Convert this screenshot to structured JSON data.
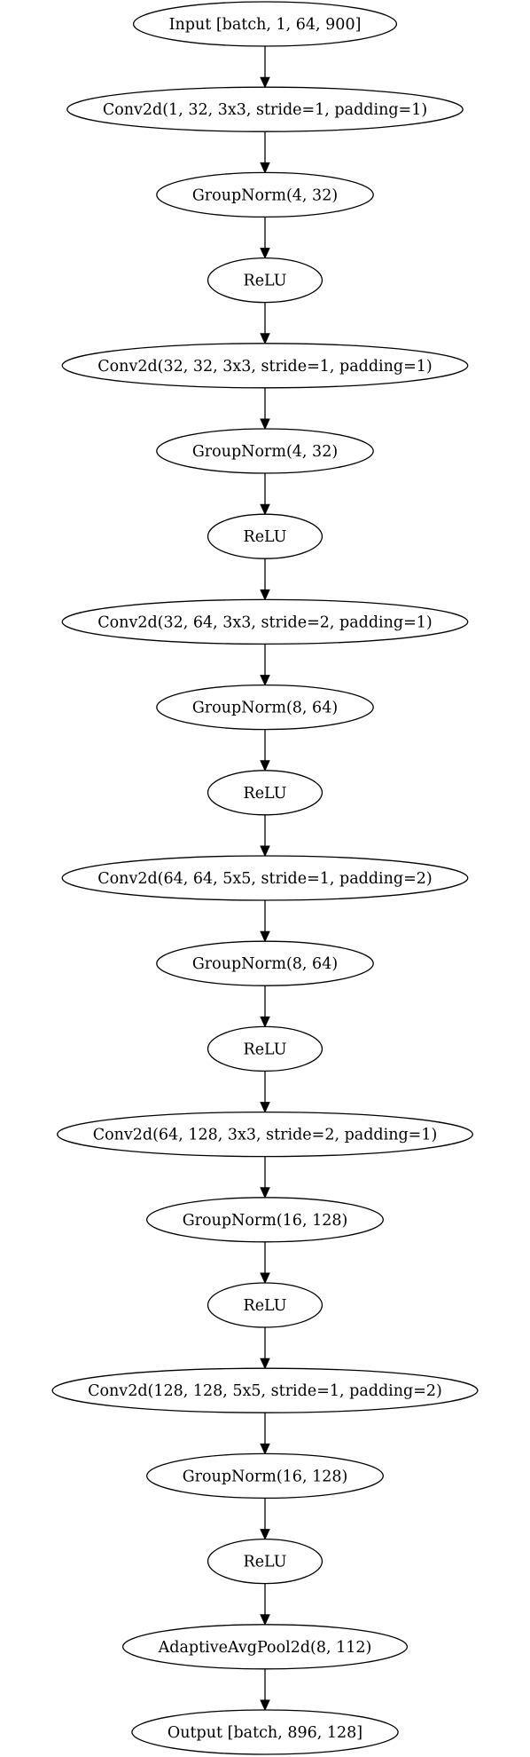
{
  "diagram": {
    "type": "flowchart",
    "direction": "top-to-bottom",
    "nodes": [
      {
        "id": "n0",
        "shape": "ellipse",
        "label": "Input [batch, 1, 64, 900]"
      },
      {
        "id": "n1",
        "shape": "ellipse",
        "label": "Conv2d(1, 32, 3x3, stride=1, padding=1)"
      },
      {
        "id": "n2",
        "shape": "ellipse",
        "label": "GroupNorm(4, 32)"
      },
      {
        "id": "n3",
        "shape": "ellipse",
        "label": "ReLU"
      },
      {
        "id": "n4",
        "shape": "ellipse",
        "label": "Conv2d(32, 32, 3x3, stride=1, padding=1)"
      },
      {
        "id": "n5",
        "shape": "ellipse",
        "label": "GroupNorm(4, 32)"
      },
      {
        "id": "n6",
        "shape": "ellipse",
        "label": "ReLU"
      },
      {
        "id": "n7",
        "shape": "ellipse",
        "label": "Conv2d(32, 64, 3x3, stride=2, padding=1)"
      },
      {
        "id": "n8",
        "shape": "ellipse",
        "label": "GroupNorm(8, 64)"
      },
      {
        "id": "n9",
        "shape": "ellipse",
        "label": "ReLU"
      },
      {
        "id": "n10",
        "shape": "ellipse",
        "label": "Conv2d(64, 64, 5x5, stride=1, padding=2)"
      },
      {
        "id": "n11",
        "shape": "ellipse",
        "label": "GroupNorm(8, 64)"
      },
      {
        "id": "n12",
        "shape": "ellipse",
        "label": "ReLU"
      },
      {
        "id": "n13",
        "shape": "ellipse",
        "label": "Conv2d(64, 128, 3x3, stride=2, padding=1)"
      },
      {
        "id": "n14",
        "shape": "ellipse",
        "label": "GroupNorm(16, 128)"
      },
      {
        "id": "n15",
        "shape": "ellipse",
        "label": "ReLU"
      },
      {
        "id": "n16",
        "shape": "ellipse",
        "label": "Conv2d(128, 128, 5x5, stride=1, padding=2)"
      },
      {
        "id": "n17",
        "shape": "ellipse",
        "label": "GroupNorm(16, 128)"
      },
      {
        "id": "n18",
        "shape": "ellipse",
        "label": "ReLU"
      },
      {
        "id": "n19",
        "shape": "ellipse",
        "label": "AdaptiveAvgPool2d(8, 112)"
      },
      {
        "id": "n20",
        "shape": "ellipse",
        "label": "Output [batch, 896, 128]"
      }
    ],
    "edges": [
      {
        "from": "n0",
        "to": "n1"
      },
      {
        "from": "n1",
        "to": "n2"
      },
      {
        "from": "n2",
        "to": "n3"
      },
      {
        "from": "n3",
        "to": "n4"
      },
      {
        "from": "n4",
        "to": "n5"
      },
      {
        "from": "n5",
        "to": "n6"
      },
      {
        "from": "n6",
        "to": "n7"
      },
      {
        "from": "n7",
        "to": "n8"
      },
      {
        "from": "n8",
        "to": "n9"
      },
      {
        "from": "n9",
        "to": "n10"
      },
      {
        "from": "n10",
        "to": "n11"
      },
      {
        "from": "n11",
        "to": "n12"
      },
      {
        "from": "n12",
        "to": "n13"
      },
      {
        "from": "n13",
        "to": "n14"
      },
      {
        "from": "n14",
        "to": "n15"
      },
      {
        "from": "n15",
        "to": "n16"
      },
      {
        "from": "n16",
        "to": "n17"
      },
      {
        "from": "n17",
        "to": "n18"
      },
      {
        "from": "n18",
        "to": "n19"
      },
      {
        "from": "n19",
        "to": "n20"
      }
    ],
    "colors": {
      "background": "#ffffff",
      "stroke": "#000000",
      "text": "#000000"
    }
  }
}
